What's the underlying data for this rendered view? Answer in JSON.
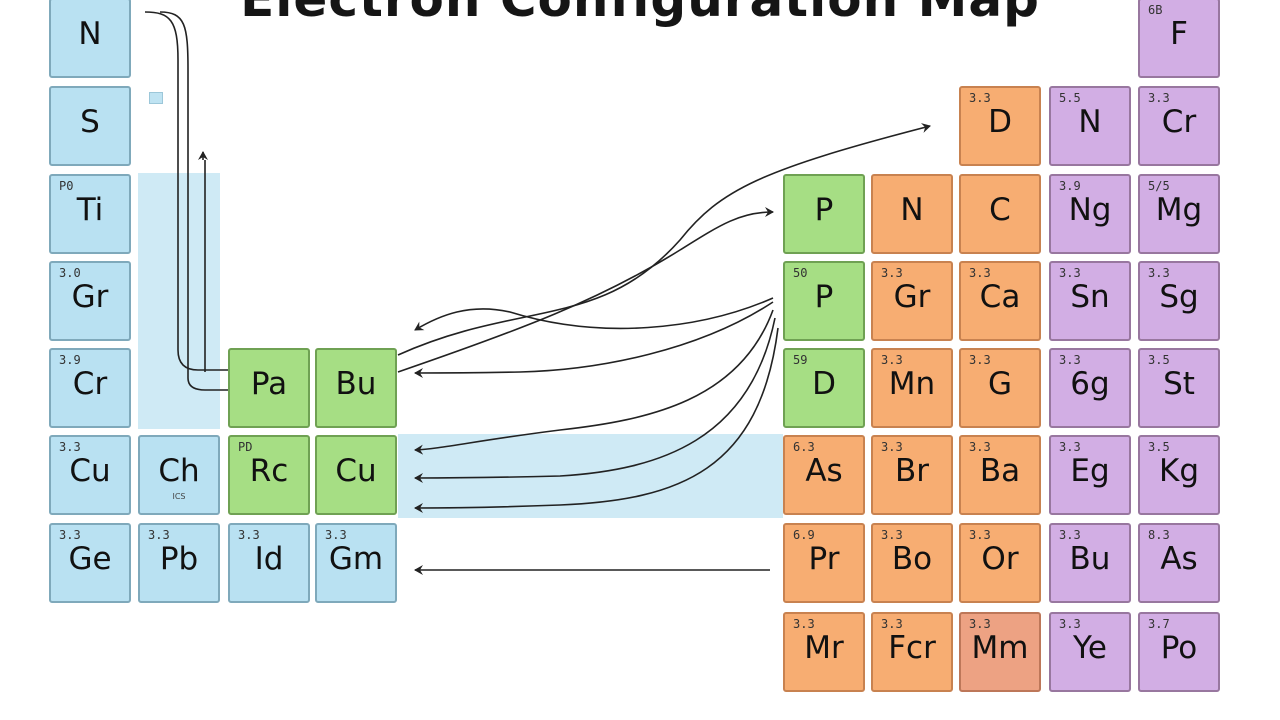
{
  "title": "Electron Configuration Map",
  "colors": {
    "blue": "#b9e1f2",
    "green": "#a6de84",
    "orange": "#f7ad72",
    "purple": "#d2aee4",
    "rose": "#eda283",
    "connector": "#222222"
  },
  "elements": [
    {
      "id": "c0",
      "num": "",
      "sym": "N",
      "sub": "",
      "color": "blue"
    },
    {
      "id": "c1",
      "num": "",
      "sym": "S",
      "sub": "",
      "color": "blue"
    },
    {
      "id": "c2",
      "num": "P0",
      "sym": "Ti",
      "sub": "",
      "color": "blue"
    },
    {
      "id": "c3",
      "num": "3.0",
      "sym": "Gr",
      "sub": "",
      "color": "blue"
    },
    {
      "id": "c4",
      "num": "3.9",
      "sym": "Cr",
      "sub": "",
      "color": "blue"
    },
    {
      "id": "c5",
      "num": "3.3",
      "sym": "Cu",
      "sub": "",
      "color": "blue"
    },
    {
      "id": "c6",
      "num": "3.3",
      "sym": "Ge",
      "sub": "",
      "color": "blue"
    },
    {
      "id": "c7",
      "num": "",
      "sym": "Pa",
      "sub": "",
      "color": "green"
    },
    {
      "id": "c8",
      "num": "",
      "sym": "Bu",
      "sub": "",
      "color": "green"
    },
    {
      "id": "c9",
      "num": "",
      "sym": "Ch",
      "sub": "ICS",
      "color": "blue"
    },
    {
      "id": "c10",
      "num": "PD",
      "sym": "Rc",
      "sub": "",
      "color": "green"
    },
    {
      "id": "c11",
      "num": "",
      "sym": "Cu",
      "sub": "",
      "color": "green"
    },
    {
      "id": "c12",
      "num": "3.3",
      "sym": "Pb",
      "sub": "",
      "color": "blue"
    },
    {
      "id": "c13",
      "num": "3.3",
      "sym": "Id",
      "sub": "",
      "color": "blue"
    },
    {
      "id": "c14",
      "num": "3.3",
      "sym": "Gm",
      "sub": "",
      "color": "blue"
    },
    {
      "id": "c15",
      "num": "6B",
      "sym": "F",
      "sub": "",
      "color": "purple"
    },
    {
      "id": "c16",
      "num": "3.3",
      "sym": "D",
      "sub": "",
      "color": "orange"
    },
    {
      "id": "c17",
      "num": "5.5",
      "sym": "N",
      "sub": "",
      "color": "purple"
    },
    {
      "id": "c18",
      "num": "3.3",
      "sym": "Cr",
      "sub": "",
      "color": "purple"
    },
    {
      "id": "c19",
      "num": "",
      "sym": "P",
      "sub": "",
      "color": "green"
    },
    {
      "id": "c20",
      "num": "",
      "sym": "N",
      "sub": "",
      "color": "orange"
    },
    {
      "id": "c21",
      "num": "",
      "sym": "C",
      "sub": "",
      "color": "orange"
    },
    {
      "id": "c22",
      "num": "3.9",
      "sym": "Ng",
      "sub": "",
      "color": "purple"
    },
    {
      "id": "c23",
      "num": "5/5",
      "sym": "Mg",
      "sub": "",
      "color": "purple"
    },
    {
      "id": "c24",
      "num": "50",
      "sym": "P",
      "sub": "",
      "color": "green"
    },
    {
      "id": "c25",
      "num": "3.3",
      "sym": "Gr",
      "sub": "",
      "color": "orange"
    },
    {
      "id": "c26",
      "num": "3.3",
      "sym": "Ca",
      "sub": "",
      "color": "orange"
    },
    {
      "id": "c27",
      "num": "3.3",
      "sym": "Sn",
      "sub": "",
      "color": "purple"
    },
    {
      "id": "c28",
      "num": "3.3",
      "sym": "Sg",
      "sub": "",
      "color": "purple"
    },
    {
      "id": "c29",
      "num": "59",
      "sym": "D",
      "sub": "",
      "color": "green"
    },
    {
      "id": "c30",
      "num": "3.3",
      "sym": "Mn",
      "sub": "",
      "color": "orange"
    },
    {
      "id": "c31",
      "num": "3.3",
      "sym": "G",
      "sub": "",
      "color": "orange"
    },
    {
      "id": "c32",
      "num": "3.3",
      "sym": "6g",
      "sub": "",
      "color": "purple"
    },
    {
      "id": "c33",
      "num": "3.5",
      "sym": "St",
      "sub": "",
      "color": "purple"
    },
    {
      "id": "c34",
      "num": "6.3",
      "sym": "As",
      "sub": "",
      "color": "orange"
    },
    {
      "id": "c35",
      "num": "3.3",
      "sym": "Br",
      "sub": "",
      "color": "orange"
    },
    {
      "id": "c36",
      "num": "3.3",
      "sym": "Ba",
      "sub": "",
      "color": "orange"
    },
    {
      "id": "c37",
      "num": "3.3",
      "sym": "Eg",
      "sub": "",
      "color": "purple"
    },
    {
      "id": "c38",
      "num": "3.5",
      "sym": "Kg",
      "sub": "",
      "color": "purple"
    },
    {
      "id": "c39",
      "num": "6.9",
      "sym": "Pr",
      "sub": "",
      "color": "orange"
    },
    {
      "id": "c40",
      "num": "3.3",
      "sym": "Bo",
      "sub": "",
      "color": "orange"
    },
    {
      "id": "c41",
      "num": "3.3",
      "sym": "Or",
      "sub": "",
      "color": "orange"
    },
    {
      "id": "c42",
      "num": "3.3",
      "sym": "Bu",
      "sub": "",
      "color": "purple"
    },
    {
      "id": "c43",
      "num": "8.3",
      "sym": "As",
      "sub": "",
      "color": "purple"
    },
    {
      "id": "c44",
      "num": "3.3",
      "sym": "Mr",
      "sub": "",
      "color": "orange"
    },
    {
      "id": "c45",
      "num": "3.3",
      "sym": "Fcr",
      "sub": "",
      "color": "orange"
    },
    {
      "id": "c46",
      "num": "3.3",
      "sym": "Mm",
      "sub": "",
      "color": "rose"
    },
    {
      "id": "c47",
      "num": "3.3",
      "sym": "Ye",
      "sub": "",
      "color": "purple"
    },
    {
      "id": "c48",
      "num": "3.7",
      "sym": "Po",
      "sub": "",
      "color": "purple"
    }
  ]
}
